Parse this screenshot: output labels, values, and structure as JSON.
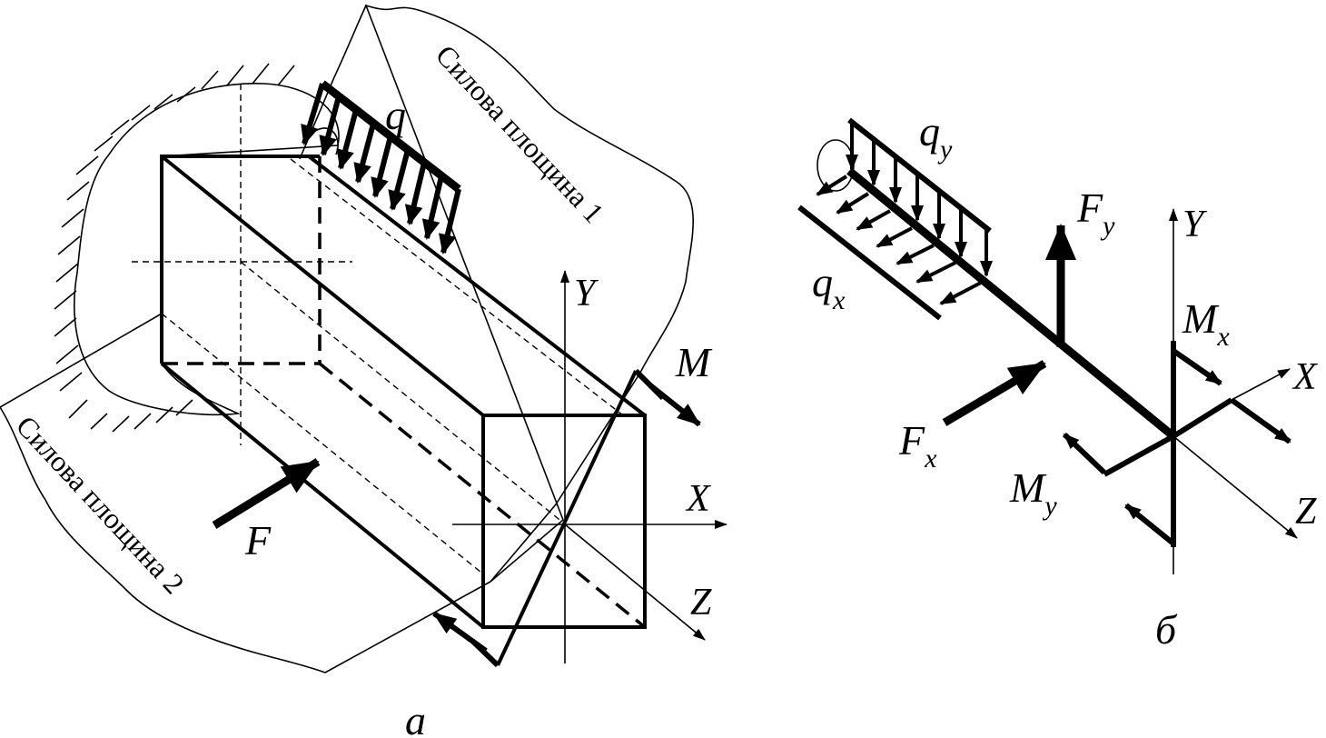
{
  "figure": {
    "panel_a": {
      "caption": "а",
      "plane1_label": "Силова площина 1",
      "plane2_label": "Силова площина 2",
      "load_q": "q",
      "force_F": "F",
      "moment_M": "M",
      "axis_x": "X",
      "axis_y": "Y",
      "axis_z": "Z"
    },
    "panel_b": {
      "caption": "б",
      "qy_base": "q",
      "qy_sub": "y",
      "qx_base": "q",
      "qx_sub": "x",
      "fy_base": "F",
      "fy_sub": "y",
      "fx_base": "F",
      "fx_sub": "x",
      "mx_base": "M",
      "mx_sub": "x",
      "my_base": "M",
      "my_sub": "y",
      "axis_x": "X",
      "axis_y": "Y",
      "axis_z": "Z"
    }
  }
}
